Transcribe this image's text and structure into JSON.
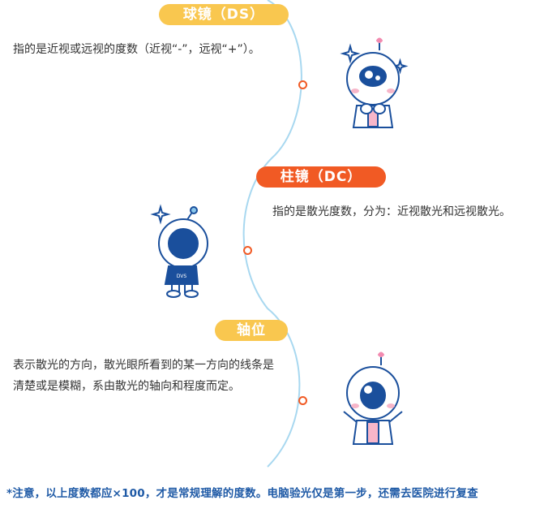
{
  "sections": [
    {
      "title": "球镜（DS）",
      "description": "指的是近视或远视的度数（近视“-”，远视“+”）。",
      "title_color": "#f9c74f"
    },
    {
      "title": "柱镜（DC）",
      "description": "指的是散光度数，分为：近视散光和远视散光。",
      "title_color": "#f15a24"
    },
    {
      "title": "轴位",
      "description": "表示散光的方向，散光眼所看到的某一方向的线条是清楚或是模糊，系由散光的轴向和程度而定。",
      "title_color": "#f9c74f"
    }
  ],
  "footnote": "*注意，以上度数都应×100，才是常规理解的度数。电脑验光仅是第一步，还需去医院进行复查",
  "mascot_shirt_text": "DVS",
  "colors": {
    "timeline": "#a8d8f0",
    "accent_orange": "#f15a24",
    "accent_yellow": "#f9c74f",
    "mascot_blue": "#1a4f9c",
    "footnote_blue": "#1f5aa6"
  },
  "icons": [
    "mascot-doctor-icon",
    "mascot-walking-icon",
    "mascot-cheer-icon",
    "sparkle-icon"
  ]
}
